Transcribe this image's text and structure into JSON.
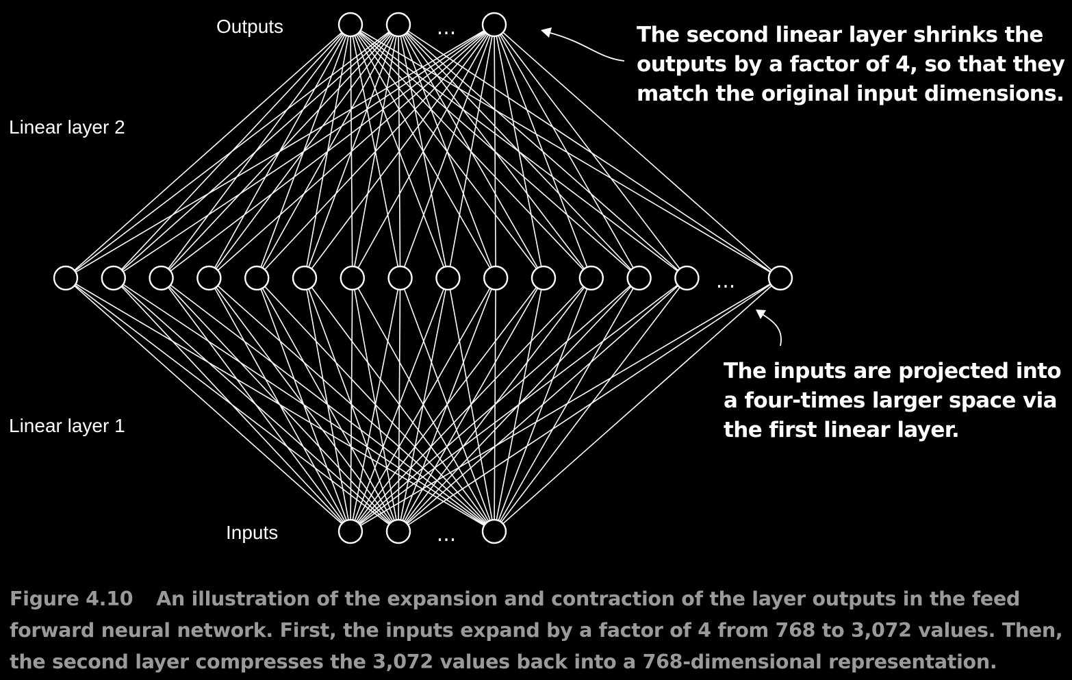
{
  "diagram": {
    "labels": {
      "outputs": "Outputs",
      "linear_layer_2": "Linear layer 2",
      "linear_layer_1": "Linear layer 1",
      "inputs": "Inputs"
    },
    "ellipsis": "...",
    "layers": {
      "outputs_visible_nodes": 3,
      "hidden_visible_nodes": 15,
      "inputs_visible_nodes": 3
    },
    "annotations": {
      "top": [
        "The second linear layer shrinks the",
        "outputs by a factor of 4, so that they",
        "match the original input dimensions."
      ],
      "bottom": [
        "The inputs are projected into",
        "a four-times larger space via",
        "the first linear layer."
      ]
    }
  },
  "caption": {
    "figure_number": "Figure 4.10",
    "lines": [
      "An illustration of the expansion and contraction of the layer outputs in the feed",
      "forward neural network. First, the inputs expand by a factor of 4 from 768 to 3,072 values. Then,",
      "the second layer compresses the 3,072 values back into a 768-dimensional representation."
    ]
  },
  "colors": {
    "background": "#000000",
    "foreground": "#ffffff",
    "caption": "#9a9a9a"
  }
}
